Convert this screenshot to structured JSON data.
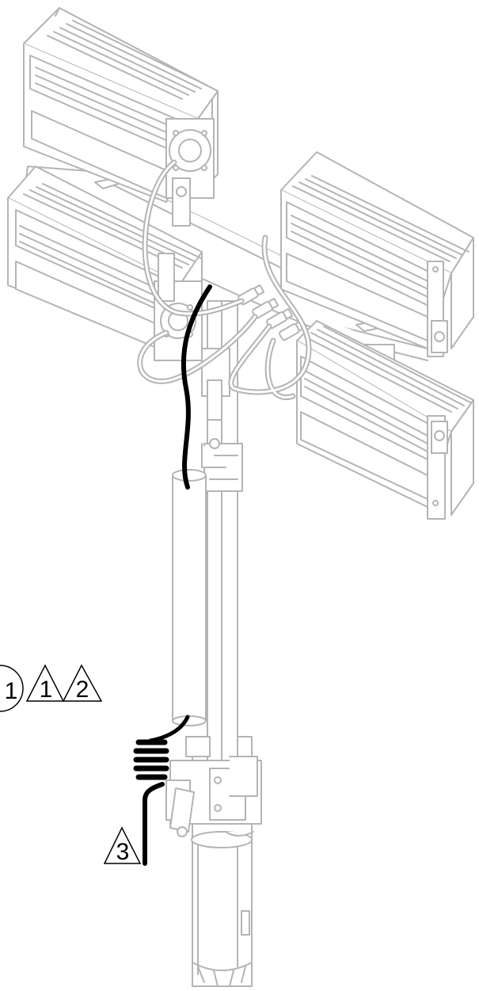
{
  "diagram": {
    "callouts": {
      "circle_step": "1",
      "warning_1": "1",
      "warning_2": "2",
      "warning_3": "3"
    },
    "colors": {
      "line_gray": "#b4b4b4",
      "fill_white": "#ffffff",
      "cable_black": "#000000",
      "label_black": "#000000"
    }
  }
}
